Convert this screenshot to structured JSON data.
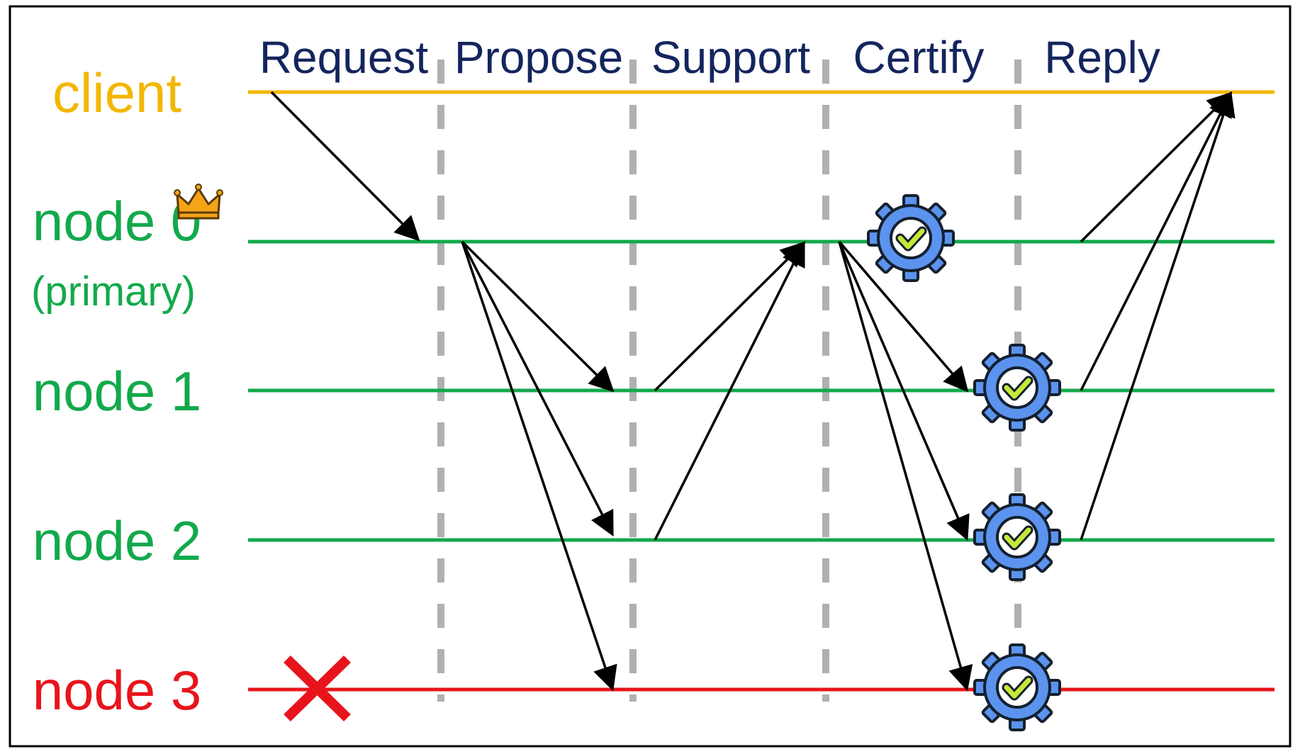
{
  "phases": [
    "Request",
    "Propose",
    "Support",
    "Certify",
    "Reply"
  ],
  "lanes": [
    {
      "label": "client",
      "sublabel": "",
      "color": "#f2b705",
      "role": "client"
    },
    {
      "label": "node 0",
      "sublabel": "(primary)",
      "color": "#12a94b",
      "role": "primary"
    },
    {
      "label": "node 1",
      "sublabel": "",
      "color": "#12a94b",
      "role": "replica"
    },
    {
      "label": "node 2",
      "sublabel": "",
      "color": "#12a94b",
      "role": "replica"
    },
    {
      "label": "node 3",
      "sublabel": "",
      "color": "#e8141b",
      "role": "faulty"
    }
  ],
  "icons": {
    "primary": "crown-icon",
    "faulty": "red-x-icon",
    "certified": "gear-check-icon"
  },
  "colors": {
    "border": "#000000",
    "divider": "#b0b0b0",
    "arrow": "#000000",
    "gear": "#5b93ee",
    "check": "#c6e83a",
    "crown": "#f5a418"
  }
}
